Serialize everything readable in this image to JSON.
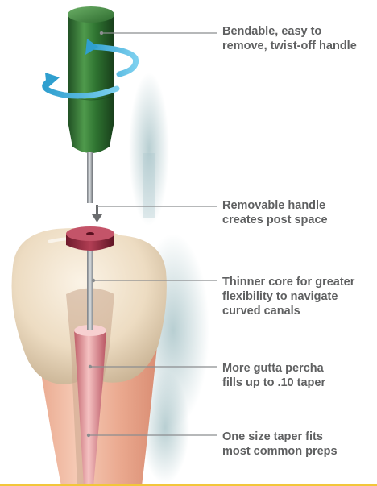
{
  "accent_color": "#f2c63a",
  "callout_color": "#5f6061",
  "callouts": [
    {
      "id": "handle",
      "lines": [
        "Bendable, easy to",
        "remove, twist-off handle"
      ]
    },
    {
      "id": "post-space",
      "lines": [
        "Removable handle",
        "creates post space"
      ]
    },
    {
      "id": "core",
      "lines": [
        "Thinner core for greater",
        "flexibility to navigate",
        "curved canals"
      ]
    },
    {
      "id": "gutta-percha",
      "lines": [
        "More gutta percha",
        "fills up to .10 taper"
      ]
    },
    {
      "id": "taper",
      "lines": [
        "One size taper fits",
        "most common preps"
      ]
    }
  ],
  "icons": [
    "twist-arrow-icon",
    "down-arrow-icon"
  ]
}
